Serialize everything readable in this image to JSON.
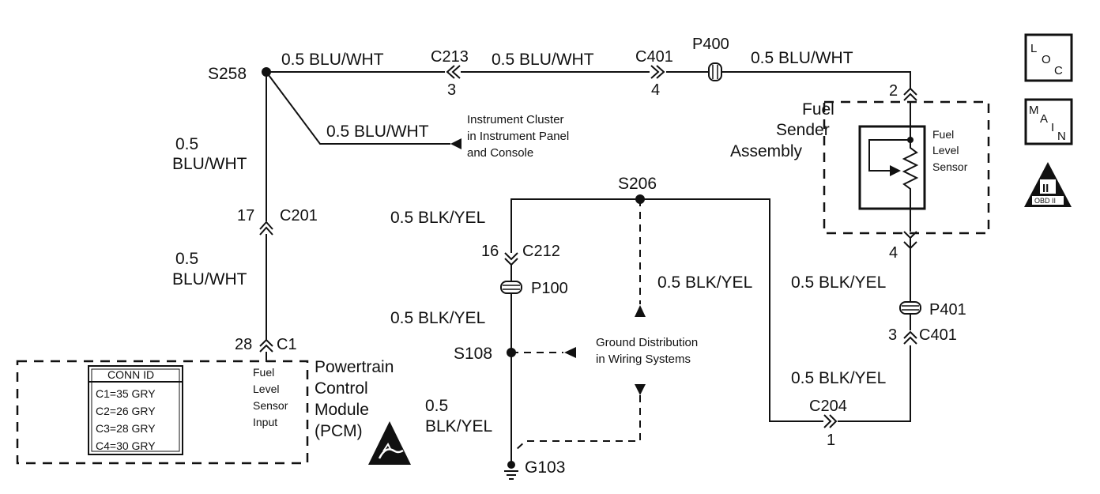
{
  "splices": {
    "s258": "S258",
    "s206": "S206",
    "s108": "S108"
  },
  "ground": "G103",
  "connectors": {
    "c213": "C213",
    "c213_pin": "3",
    "c401_top": "C401",
    "c401_top_pin": "4",
    "p400": "P400",
    "sender_top_pin": "2",
    "sender_bottom_pin": "4",
    "c201": "C201",
    "c201_pin": "17",
    "c212": "C212",
    "c212_pin": "16",
    "p100": "P100",
    "c1": "C1",
    "c1_pin": "28",
    "p401": "P401",
    "c401_lower": "C401",
    "c401_lower_pin": "3",
    "c204": "C204",
    "c204_pin": "1"
  },
  "wires": {
    "top_left": "0.5 BLU/WHT",
    "top_mid": "0.5 BLU/WHT",
    "top_right": "0.5 BLU/WHT",
    "cluster_branch": "0.5 BLU/WHT",
    "vertical_upper_line1": "0.5",
    "vertical_upper_line2": "BLU/WHT",
    "vertical_lower_line1": "0.5",
    "vertical_lower_line2": "BLU/WHT",
    "blk_c212": "0.5 BLK/YEL",
    "blk_p100_s108": "0.5 BLK/YEL",
    "blk_g103_line1": "0.5",
    "blk_g103_line2": "BLK/YEL",
    "blk_s206_c204": "0.5 BLK/YEL",
    "blk_sender_p401": "0.5 BLK/YEL",
    "blk_c401_c204": "0.5 BLK/YEL"
  },
  "labels": {
    "cluster_line1": "Instrument Cluster",
    "cluster_line2": "in Instrument Panel",
    "cluster_line3": "and Console",
    "ground_dist_line1": "Ground Distribution",
    "ground_dist_line2": "in Wiring Systems",
    "sender_line1": "Fuel",
    "sender_line2": "Sender",
    "sender_line3": "Assembly",
    "sensor_line1": "Fuel",
    "sensor_line2": "Level",
    "sensor_line3": "Sensor",
    "pcm_input_line1": "Fuel",
    "pcm_input_line2": "Level",
    "pcm_input_line3": "Sensor",
    "pcm_input_line4": "Input",
    "pcm_line1": "Powertrain",
    "pcm_line2": "Control",
    "pcm_line3": "Module",
    "pcm_line4": "(PCM)"
  },
  "conn_id": {
    "title": "CONN ID",
    "rows": [
      "C1=35 GRY",
      "C2=26 GRY",
      "C3=28 GRY",
      "C4=30 GRY"
    ]
  },
  "side_icons": {
    "loc": "L O C",
    "main": "M A I N",
    "obd_roman": "II",
    "obd_text": "OBD II"
  }
}
